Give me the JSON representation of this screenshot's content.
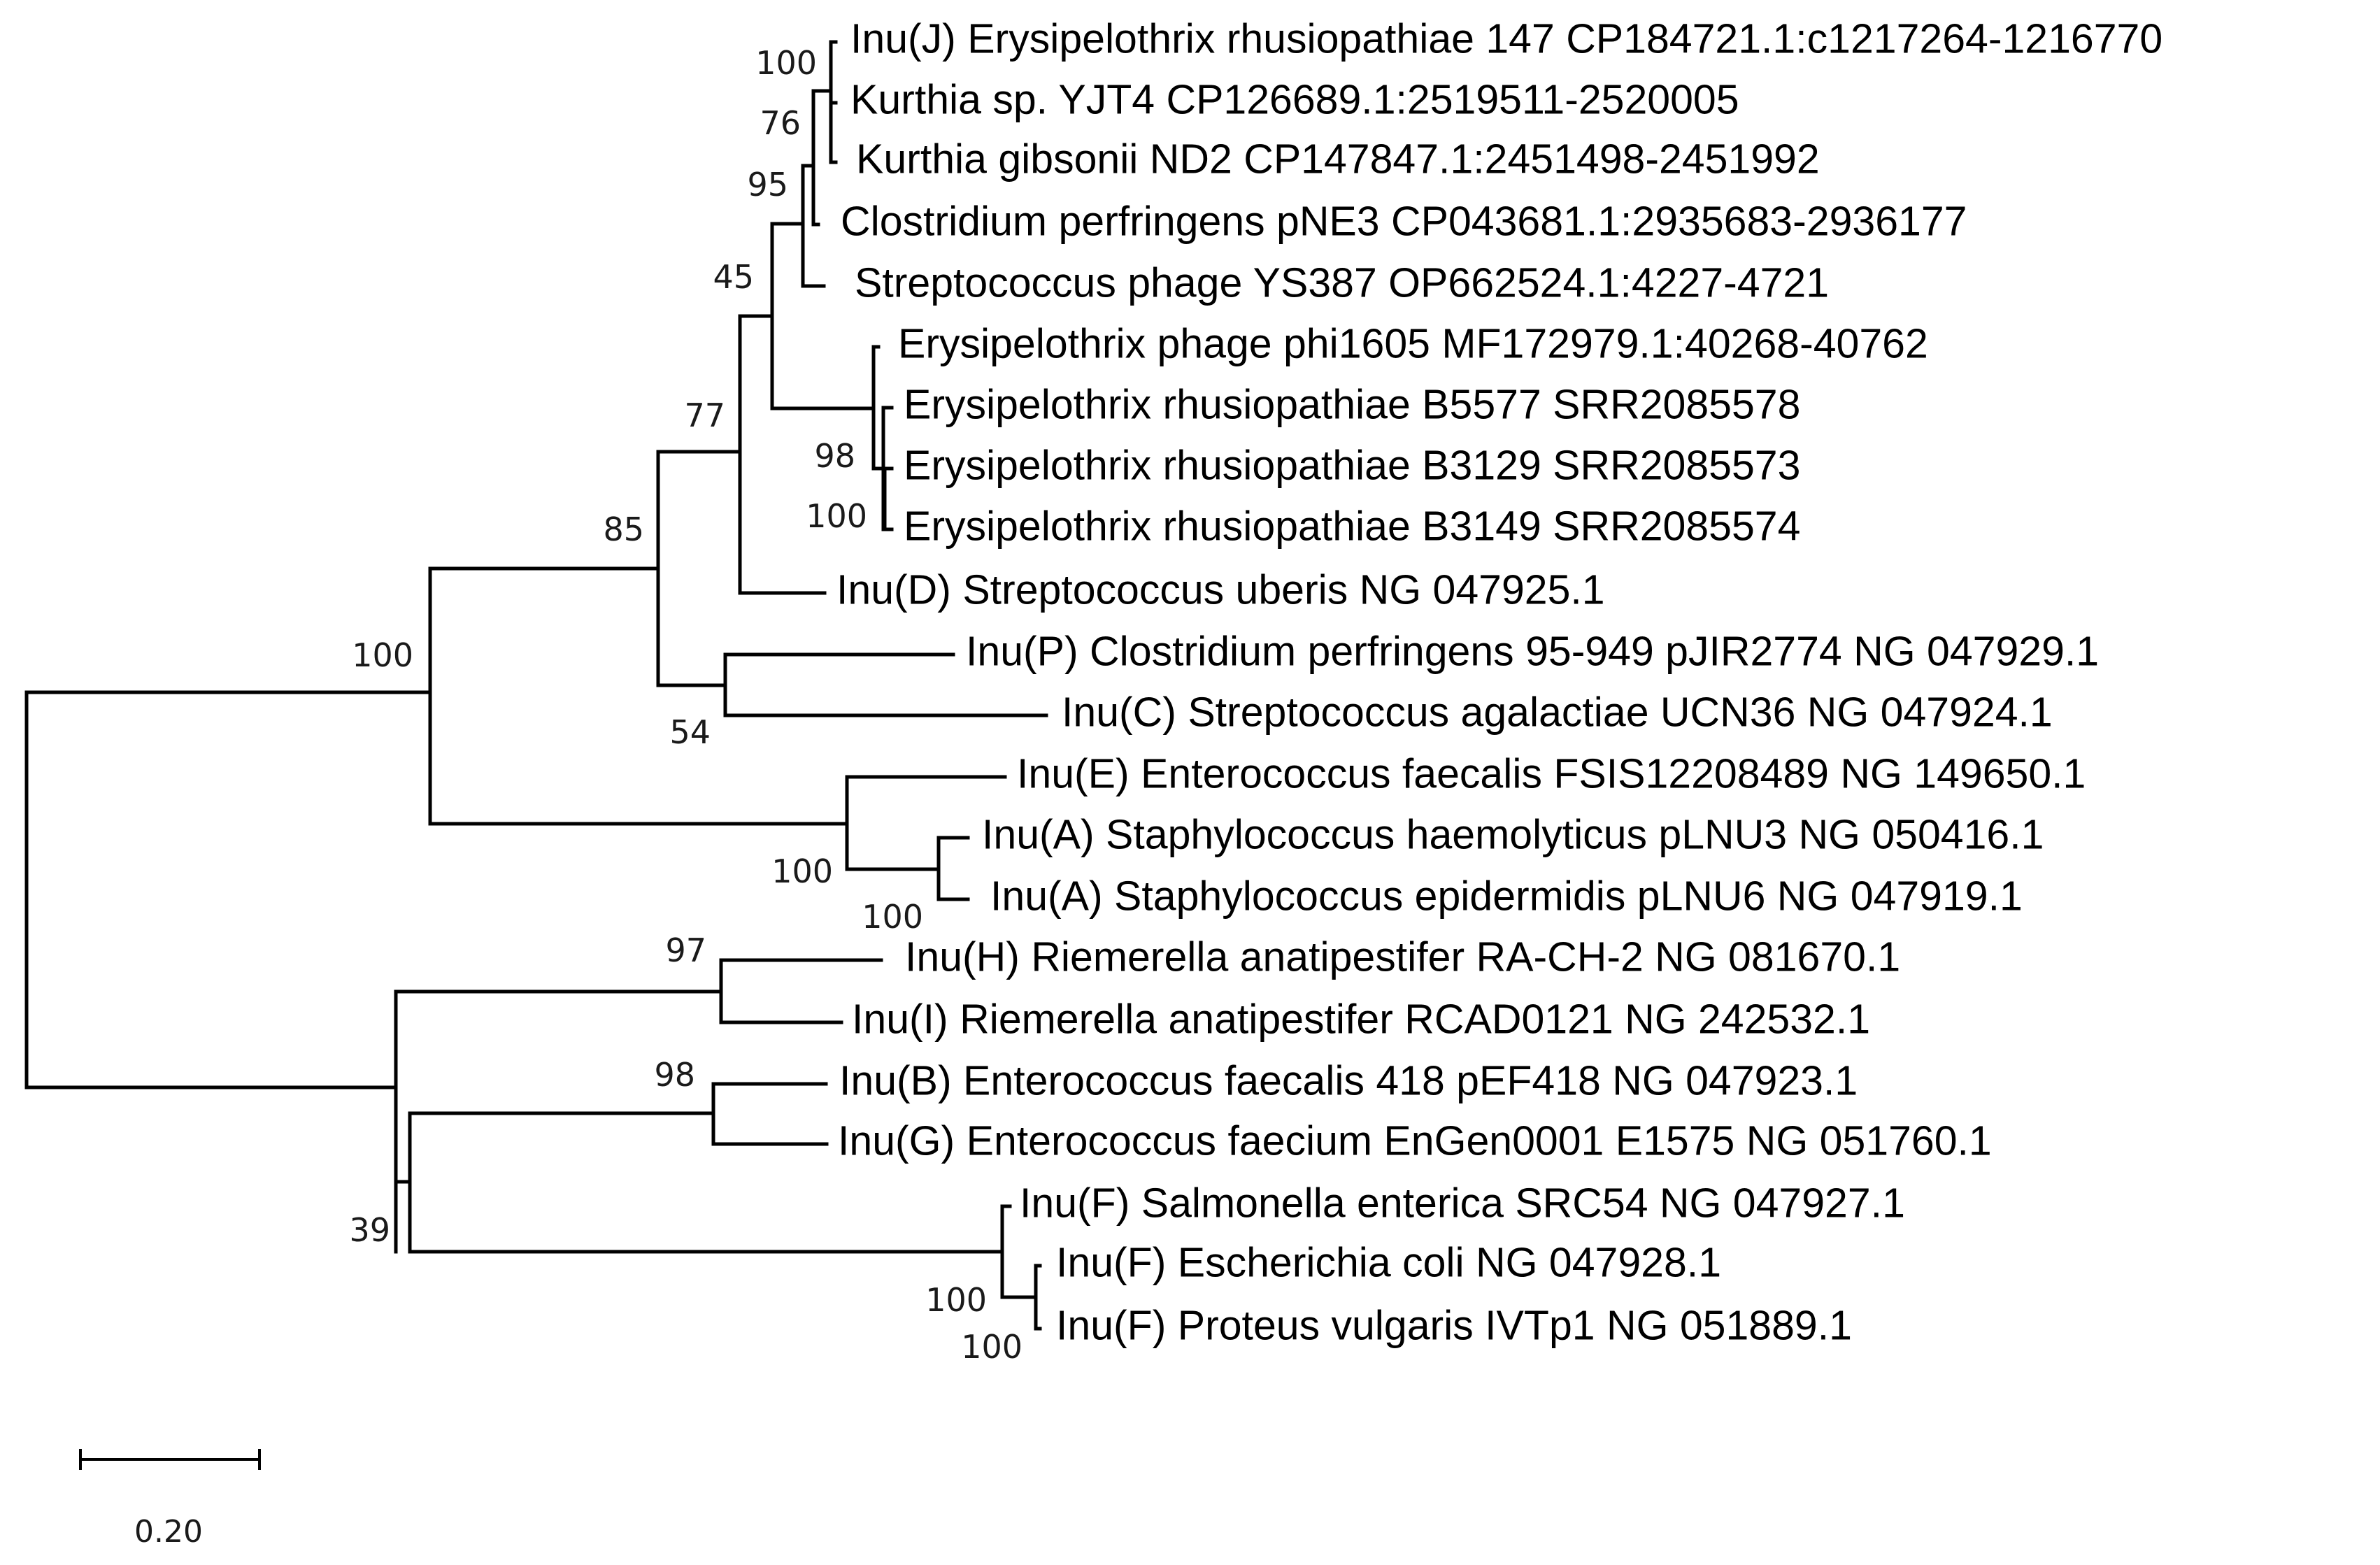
{
  "tree": {
    "taxa": [
      "Inu(J) Erysipelothrix rhusiopathiae 147 CP184721.1:c1217264-1216770",
      "Kurthia sp. YJT4 CP126689.1:2519511-2520005",
      "Kurthia gibsonii ND2 CP147847.1:2451498-2451992",
      "Clostridium perfringens pNE3 CP043681.1:2935683-2936177",
      "Streptococcus phage YS387 OP662524.1:4227-4721",
      "Erysipelothrix phage phi1605 MF172979.1:40268-40762",
      "Erysipelothrix rhusiopathiae B5577 SRR2085578",
      "Erysipelothrix rhusiopathiae B3129 SRR2085573",
      "Erysipelothrix rhusiopathiae B3149 SRR2085574",
      "Inu(D) Streptococcus uberis NG 047925.1",
      "Inu(P) Clostridium perfringens 95-949 pJIR2774 NG 047929.1",
      "Inu(C) Streptococcus agalactiae UCN36 NG 047924.1",
      "Inu(E) Enterococcus faecalis FSIS12208489 NG 149650.1",
      "Inu(A) Staphylococcus haemolyticus pLNU3 NG 050416.1",
      "Inu(A) Staphylococcus epidermidis pLNU6 NG 047919.1",
      "Inu(H) Riemerella anatipestifer RA-CH-2 NG 081670.1",
      "Inu(I) Riemerella anatipestifer RCAD0121 NG 242532.1",
      "Inu(B) Enterococcus faecalis 418 pEF418 NG 047923.1",
      "Inu(G) Enterococcus faecium EnGen0001 E1575 NG 051760.1",
      "Inu(F) Salmonella enterica SRC54 NG 047927.1",
      "Inu(F) Escherichia coli NG 047928.1",
      "Inu(F) Proteus vulgaris IVTp1 NG 051889.1"
    ],
    "bootstrap": [
      "100",
      "76",
      "95",
      "45",
      "98",
      "100",
      "77",
      "85",
      "54",
      "100",
      "100",
      "100",
      "97",
      "98",
      "39",
      "100",
      "100"
    ],
    "scale_bar_label": "0.20"
  }
}
